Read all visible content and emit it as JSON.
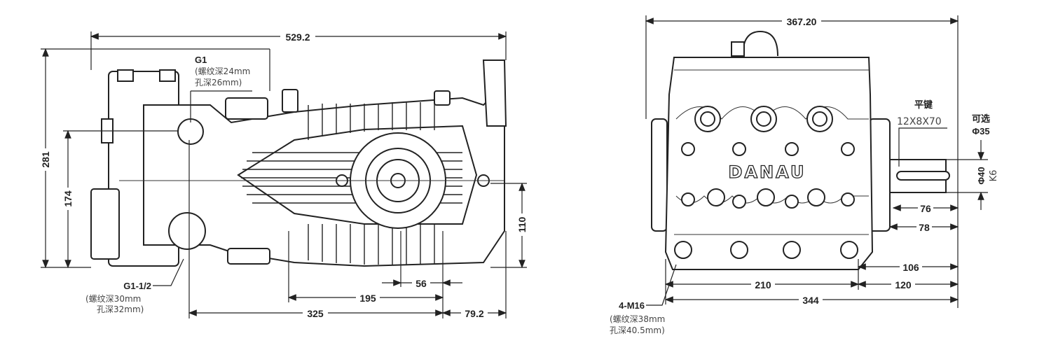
{
  "side_view": {
    "overall_length": "529.2",
    "overall_height": "281",
    "outlet_height": "174",
    "shaft_height": "110",
    "dim_56": "56",
    "dim_195": "195",
    "dim_325": "325",
    "dim_79_2": "79.2",
    "port_top": {
      "label": "G1",
      "line1": "(螺纹深24mm",
      "line2": "孔深26mm)"
    },
    "port_bottom": {
      "label": "G1-1/2",
      "line1": "(螺纹深30mm",
      "line2": "孔深32mm)"
    }
  },
  "end_view": {
    "overall_width": "367.20",
    "brand": "DANAU",
    "key_label": "平键",
    "key_size": "12X8X70",
    "optional_label": "可选",
    "optional_dia": "Φ35",
    "shaft_dia": "Φ40",
    "shaft_tol": "K6",
    "dim_76": "76",
    "dim_78": "78",
    "dim_106": "106",
    "dim_210": "210",
    "dim_120": "120",
    "dim_344": "344",
    "mount": {
      "label": "4-M16",
      "line1": "(螺纹深38mm",
      "line2": "孔深40.5mm)"
    }
  }
}
